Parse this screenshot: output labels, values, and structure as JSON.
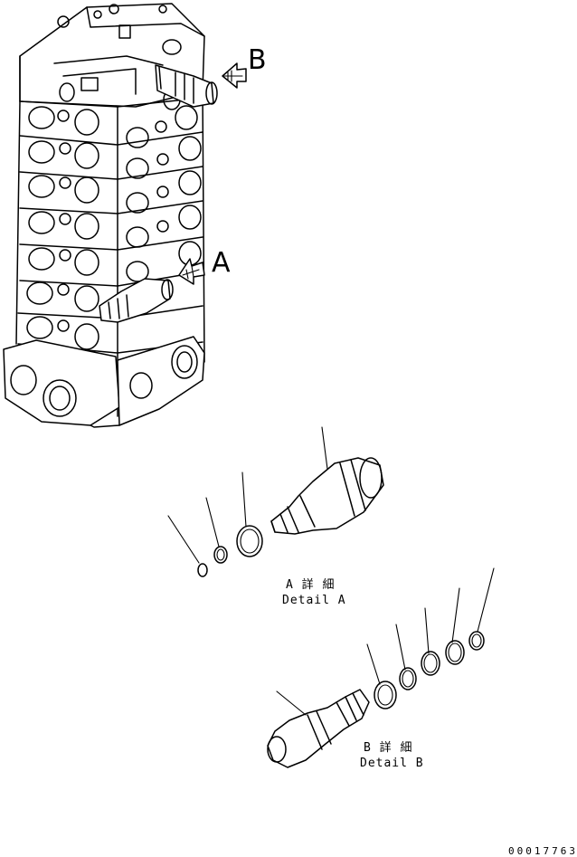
{
  "callouts": {
    "b": "B",
    "a": "A"
  },
  "detail_a": {
    "line1": "A 詳 細",
    "line2": "Detail A"
  },
  "detail_b": {
    "line1": "B 詳 細",
    "line2": "Detail B"
  },
  "drawing_code": "00017763"
}
